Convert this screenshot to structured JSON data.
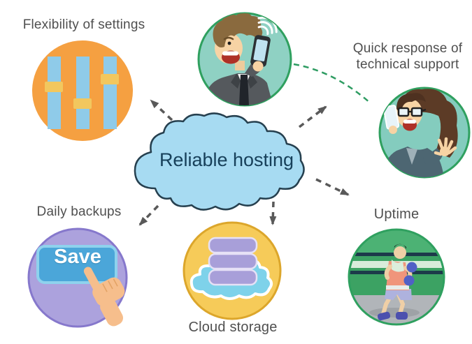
{
  "title": "Reliable hosting",
  "nodes": {
    "settings": {
      "label": "Flexibility of settings",
      "icon": "sliders-icon"
    },
    "support": {
      "label_line1": "Quick response of",
      "label_line2": "technical support",
      "icons": [
        "man-on-phone-icon",
        "woman-on-phone-icon",
        "wifi-icon"
      ]
    },
    "backups": {
      "label": "Daily backups",
      "button_label": "Save",
      "icon": "save-button-pointing-hand-icon"
    },
    "storage": {
      "label": "Cloud storage",
      "icon": "database-on-cloud-icon"
    },
    "uptime": {
      "label": "Uptime",
      "icon": "boxer-in-ring-icon"
    }
  },
  "connectors": {
    "style": "dashed",
    "arrow_targets": [
      "settings",
      "support",
      "backups",
      "storage",
      "uptime"
    ],
    "extra_link": "man-to-woman-green-dashed-curve"
  },
  "palette": {
    "settings_circle": "#F5A041",
    "slider_track": "#8FCBE9",
    "slider_handle": "#F2C75E",
    "caller_circle": "#8FD1C3",
    "support_circle": "#84CCBE",
    "circle_border_green": "#2FA05F",
    "cloud_fill": "#A7DBF2",
    "cloud_border": "#26404F",
    "title_color": "#17405A",
    "backups_circle": "#ACA2DD",
    "backups_border": "#8678CC",
    "save_button": "#4BA6D9",
    "save_button_border": "#8ED2ED",
    "storage_circle": "#F6CB59",
    "storage_border": "#DCA62B",
    "disc_fill": "#A89FD9",
    "storage_cloud": "#7ED2EA",
    "uptime_green": "#3CA263",
    "floor_gray": "#B1B5B9",
    "arrow_gray": "#595959",
    "link_green": "#2E9C62",
    "label_color": "#4F4F4F",
    "hand_skin": "#F6BE8C"
  }
}
